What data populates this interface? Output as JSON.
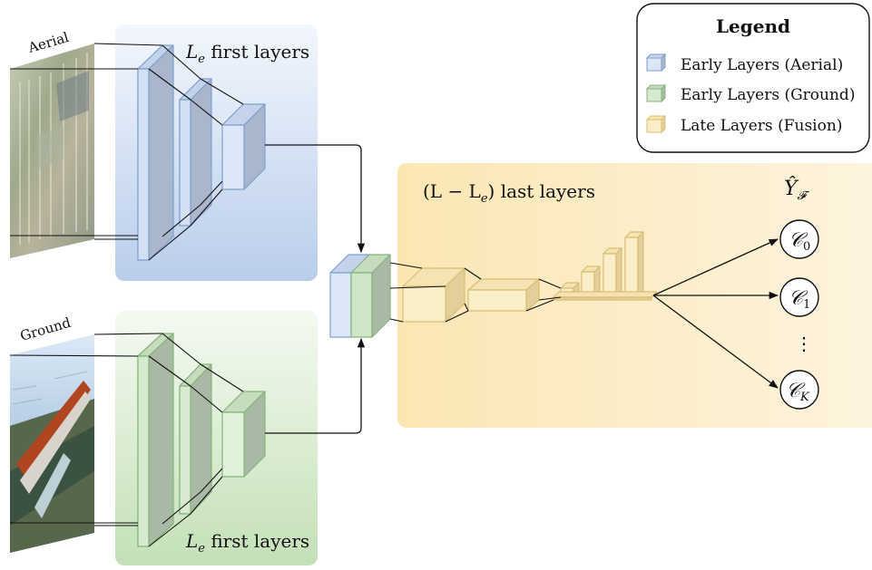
{
  "inputs": {
    "aerial_label": "Aerial",
    "ground_label": "Ground"
  },
  "branches": {
    "aerial": {
      "title_var": "L",
      "title_sub": "e",
      "title_text": " first layers"
    },
    "ground": {
      "title_var": "L",
      "title_sub": "e",
      "title_text": " first layers"
    }
  },
  "fusion": {
    "title_prefix": "(L − L",
    "title_sub": "e",
    "title_suffix": ") last layers"
  },
  "output": {
    "label": "Ŷ",
    "label_sub": "𝓕",
    "classes": [
      {
        "main": "𝒞",
        "sub": "0"
      },
      {
        "main": "𝒞",
        "sub": "1"
      },
      {
        "main": "𝒞",
        "sub": "K"
      }
    ],
    "ellipsis": "⋮"
  },
  "legend": {
    "title": "Legend",
    "items": [
      {
        "label": "Early Layers (Aerial)",
        "fill": "#dbe6f6",
        "stroke": "#7f9fcf"
      },
      {
        "label": "Early Layers (Ground)",
        "fill": "#d7ead1",
        "stroke": "#86b37a"
      },
      {
        "label": "Late Layers (Fusion)",
        "fill": "#fbefc9",
        "stroke": "#d9bd71"
      }
    ]
  },
  "colors": {
    "aerial_panel_top": "#f3f7fd",
    "aerial_panel_bottom": "#b9cdeb",
    "ground_panel_top": "#f4faf1",
    "ground_panel_bottom": "#c4e0b8",
    "fusion_panel_left": "#fbe8b8",
    "fusion_panel_right": "#fdf3da"
  }
}
